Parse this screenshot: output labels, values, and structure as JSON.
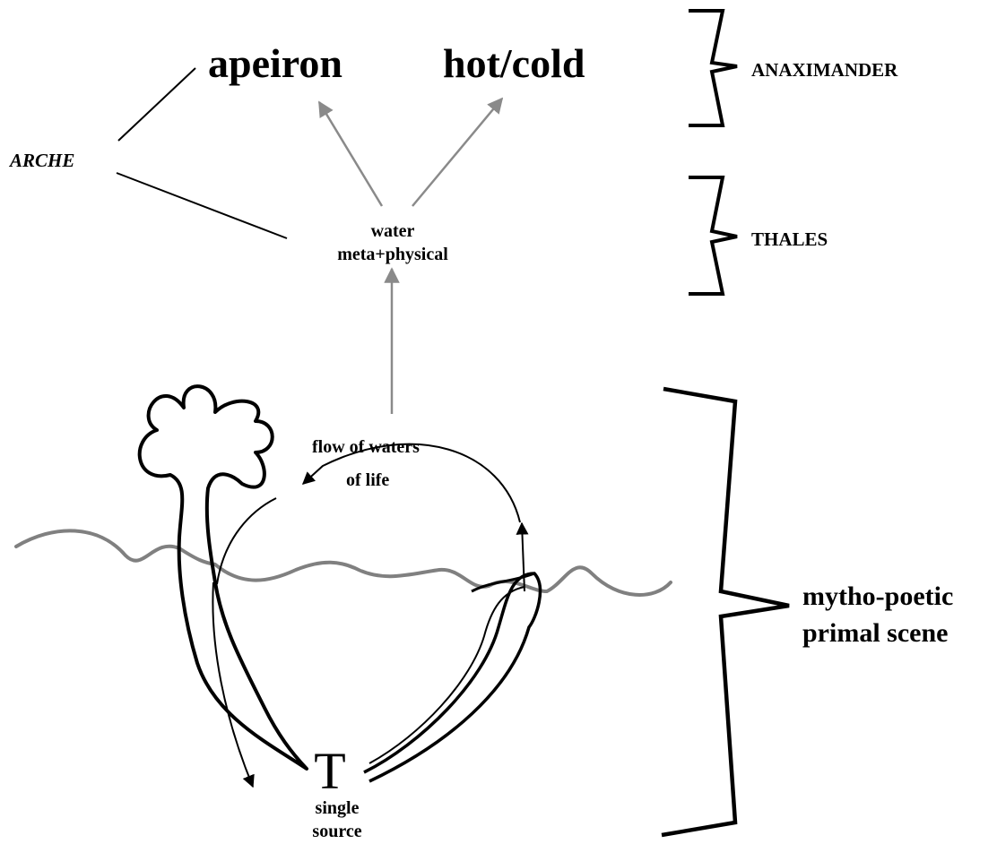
{
  "labels": {
    "apeiron": "apeiron",
    "hot_cold": "hot/cold",
    "anaximander": "ANAXIMANDER",
    "arche": "ARCHE",
    "water_line1": "water",
    "water_line2": "meta+physical",
    "thales": "THALES",
    "flow_line1": "flow of waters",
    "flow_line2": "of life",
    "mytho_line1": "mytho-poetic",
    "mytho_line2": "primal scene",
    "source_symbol": "T",
    "source_line1": "single",
    "source_line2": "source"
  },
  "colors": {
    "ink": "#000000",
    "grey_arrow": "#8a8a8a",
    "waterline": "#808080"
  }
}
